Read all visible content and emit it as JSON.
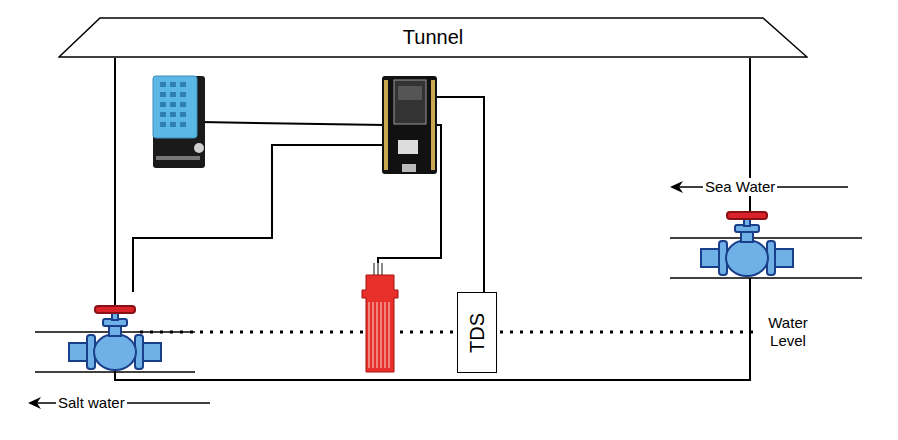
{
  "diagram": {
    "nodes": [
      {
        "text": [
          "Tunnel"
        ]
      },
      {
        "text": [
          "TDS"
        ]
      }
    ],
    "labels": [
      "Sea Water",
      "Water Level",
      "Salt water"
    ]
  }
}
